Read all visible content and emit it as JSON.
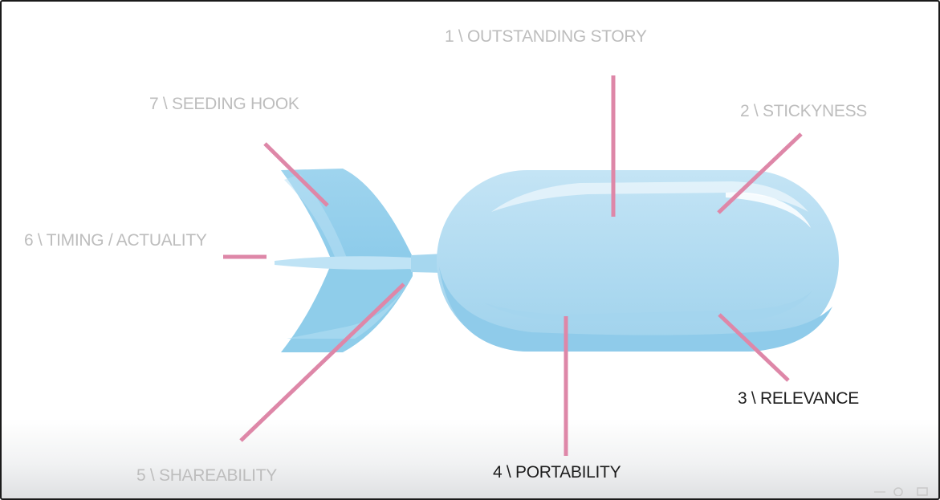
{
  "labels": {
    "l1": "1 \\ OUTSTANDING STORY",
    "l2": "2 \\ STICKYNESS",
    "l3": "3 \\ RELEVANCE",
    "l4": "4 \\ PORTABILITY",
    "l5": "5 \\ SHAREABILITY",
    "l6": "6 \\ TIMING / ACTUALITY",
    "l7": "7 \\ SEEDING HOOK"
  },
  "colors": {
    "leader_line": "#de87a8",
    "body_light": "#b3dcf1",
    "body_mid": "#9bd0eb",
    "body_dark": "#7fc3e6",
    "label_dim": "#bdbdbd",
    "label_dark": "#1d1d1d"
  },
  "shape": "bomb-icon"
}
